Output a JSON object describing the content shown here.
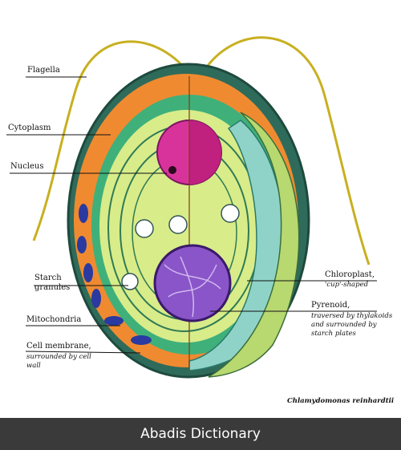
{
  "labels": {
    "flagella": "Flagella",
    "cytoplasm": "Cytoplasm",
    "nucleus": "Nucleus",
    "starch_granules_1": "Starch",
    "starch_granules_2": "granules",
    "mitochondria": "Mitochondria",
    "cell_membrane_1": "Cell membrane,",
    "cell_membrane_2": "surrounded by cell",
    "cell_membrane_3": "wall",
    "chloroplast_1": "Chloroplast,",
    "chloroplast_2": "'cup'-shaped",
    "pyrenoid_1": "Pyrenoid,",
    "pyrenoid_2": "traversed by thylakoids",
    "pyrenoid_3": "and surrounded by",
    "pyrenoid_4": "starch plates",
    "species": "Chlamydomonas reinhardtii"
  },
  "footer": {
    "brand": "Abadis Dictionary"
  }
}
